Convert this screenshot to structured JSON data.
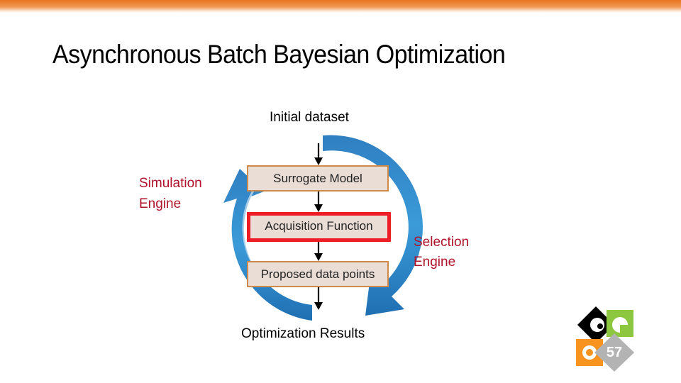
{
  "slide": {
    "title": "Asynchronous Batch Bayesian Optimization"
  },
  "diagram": {
    "input_label": "Initial dataset",
    "output_label": "Optimization Results",
    "simulation_engine": [
      "Simulation",
      "Engine"
    ],
    "selection_engine": [
      "Selection",
      "Engine"
    ],
    "steps": [
      {
        "label": "Surrogate Model"
      },
      {
        "label": "Acquisition Function",
        "highlighted": true
      },
      {
        "label": "Proposed data points"
      }
    ]
  },
  "logo": {
    "number": "57",
    "colors": {
      "black": "#000000",
      "green": "#8dc63f",
      "orange": "#f7931e",
      "gray": "#b3b3b3"
    }
  },
  "colors": {
    "accent_bar": "#e8731d",
    "engine_text": "#b0132a",
    "cycle_arrow": "#3b9bd8",
    "box_fill": "#eaddd5",
    "box_border": "#cf8a4a",
    "highlight_border": "#ee1c24"
  }
}
